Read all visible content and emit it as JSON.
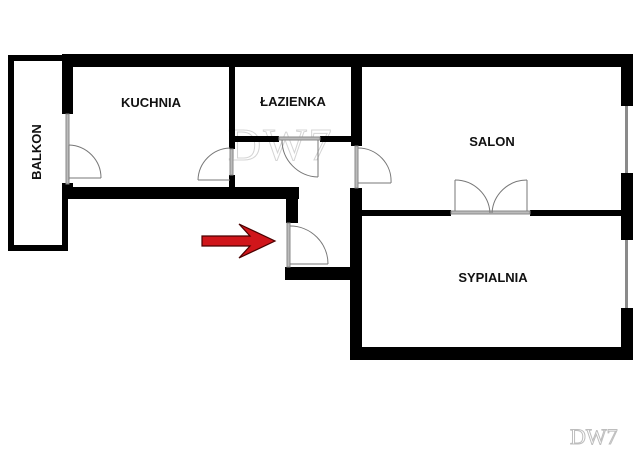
{
  "floorplan": {
    "rooms": [
      {
        "id": "balkon",
        "label": "BALKON"
      },
      {
        "id": "kuchnia",
        "label": "KUCHNIA"
      },
      {
        "id": "lazienka",
        "label": "ŁAZIENKA"
      },
      {
        "id": "salon",
        "label": "SALON"
      },
      {
        "id": "sypialnia",
        "label": "SYPIALNIA"
      }
    ],
    "entrance_arrow": {
      "color": "#d0161b",
      "direction": "right"
    },
    "watermark_center": "DW7",
    "watermark_corner": "DW7",
    "colors": {
      "wall": "#000000",
      "window": "#808080",
      "door": "#707070",
      "background": "#ffffff"
    }
  }
}
